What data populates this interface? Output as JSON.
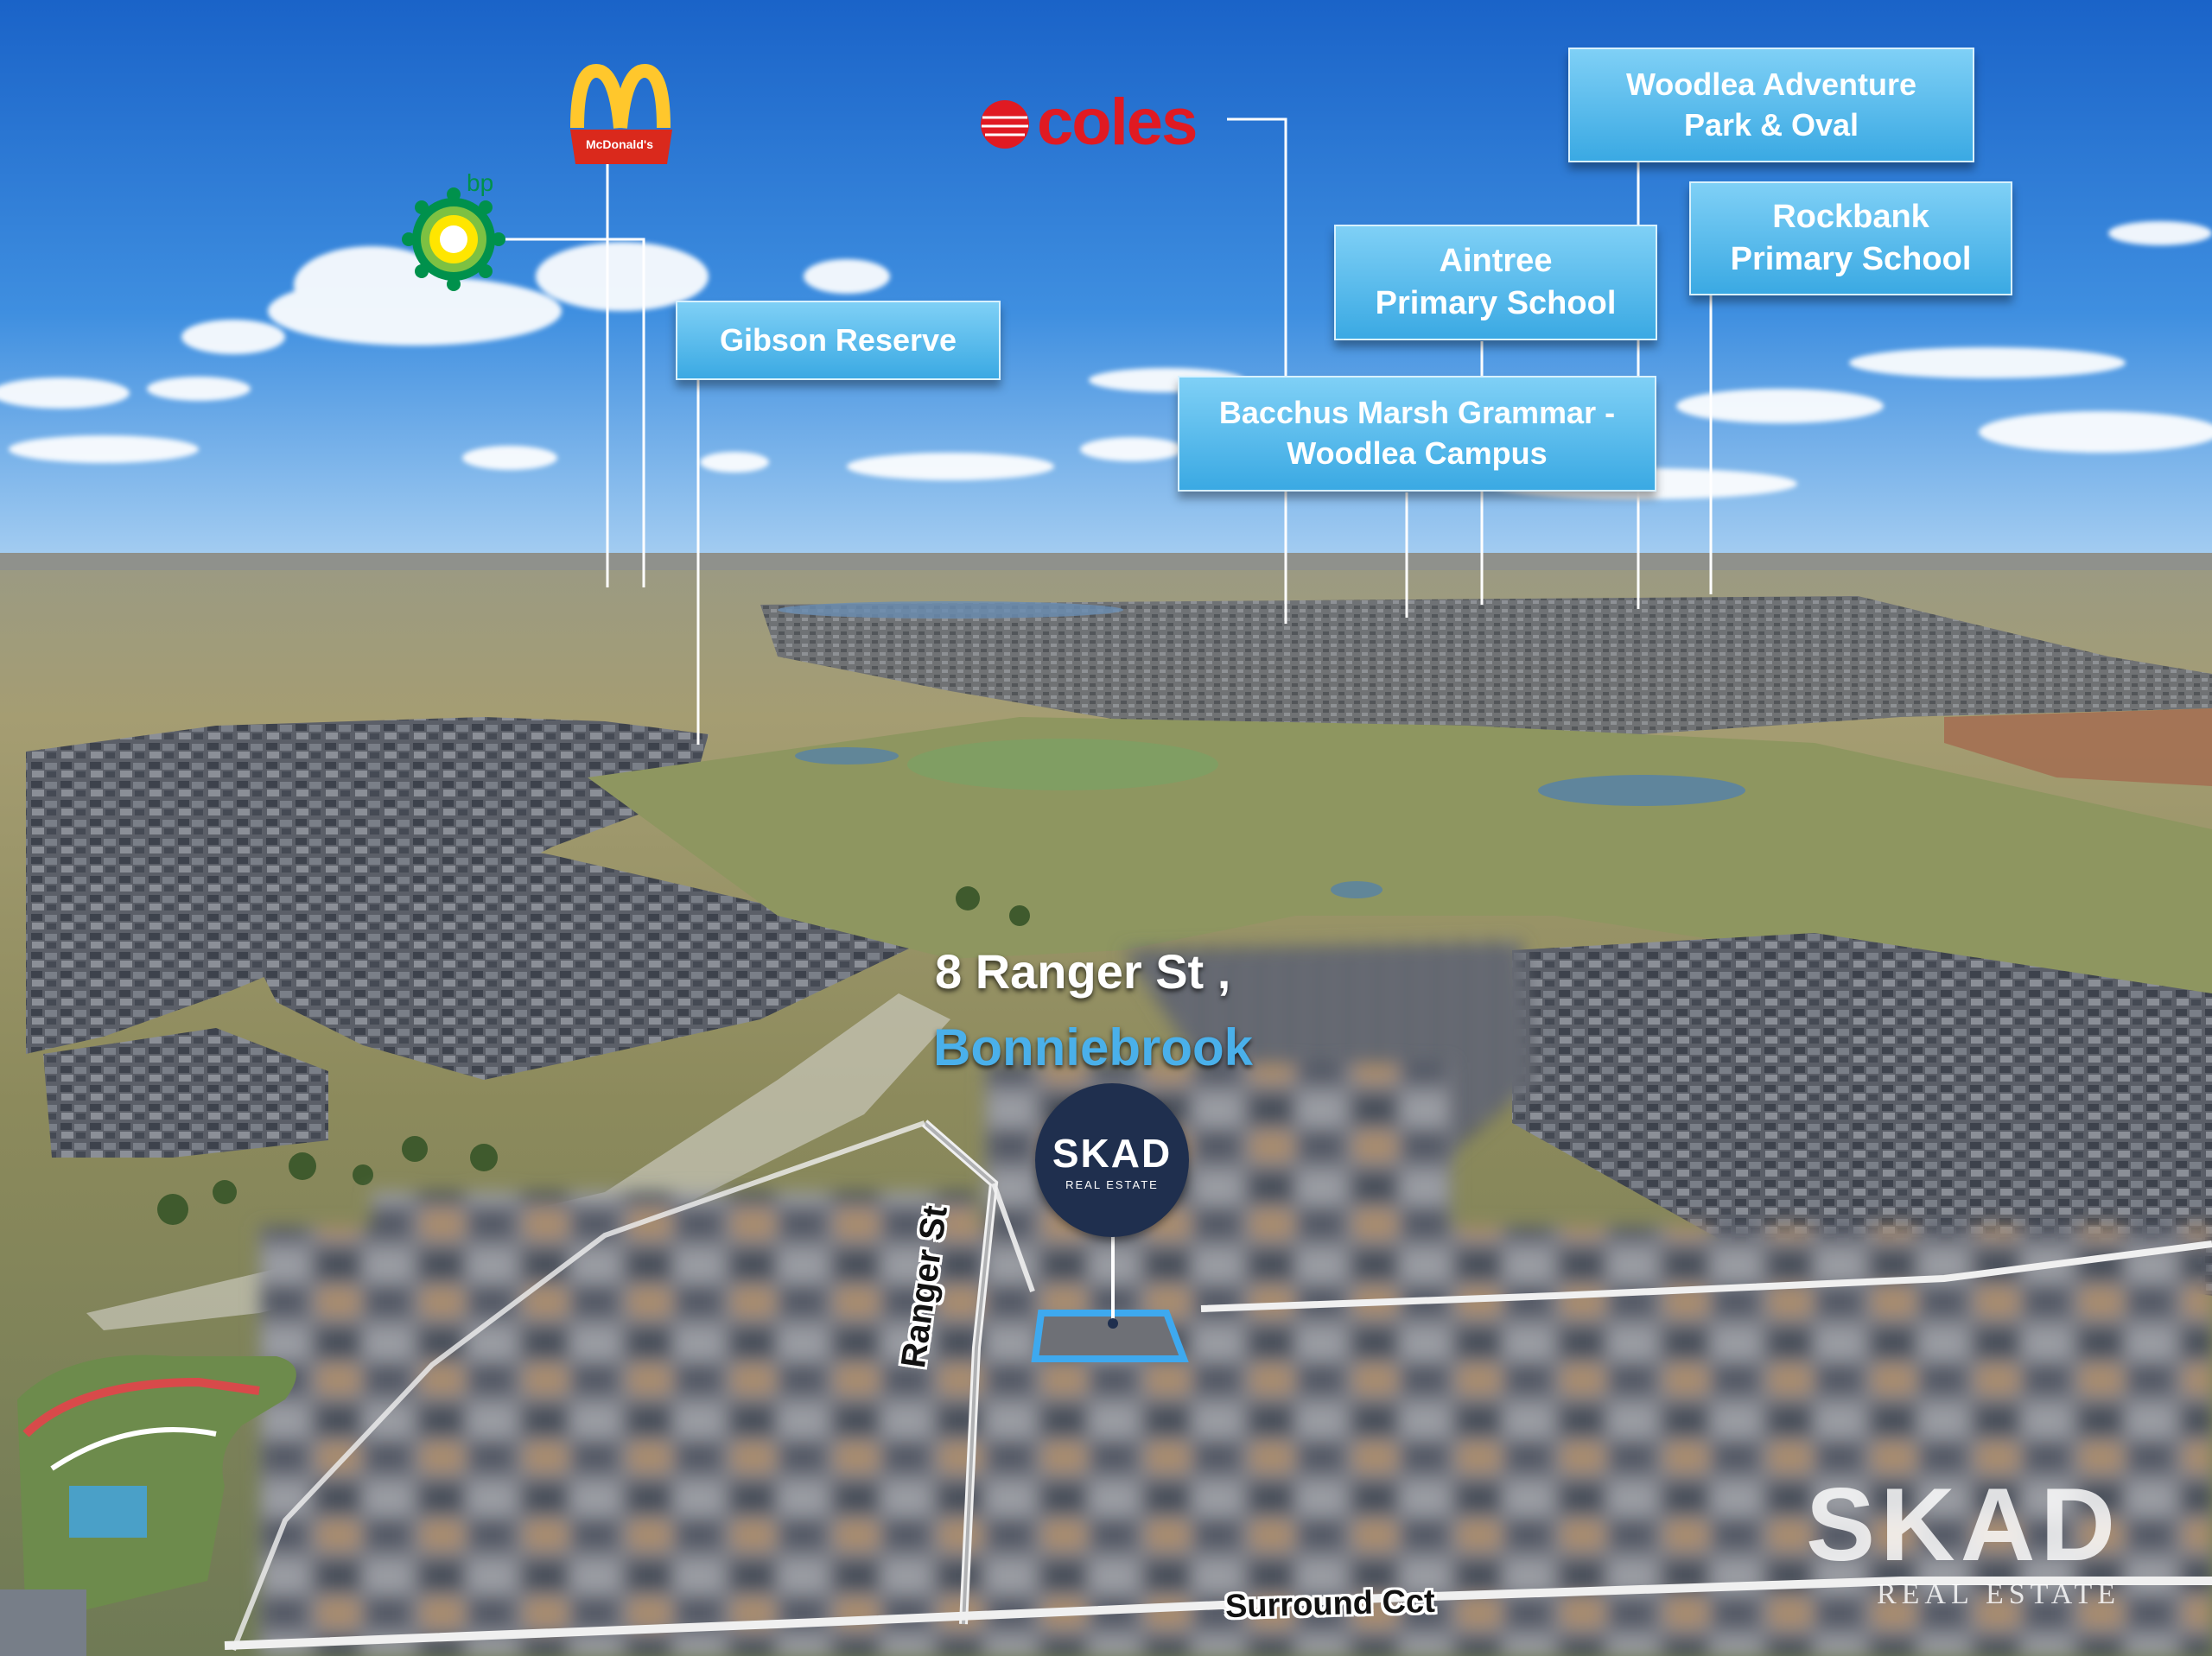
{
  "labels": {
    "gibson": [
      "Gibson Reserve"
    ],
    "woodlea_park": [
      "Woodlea Adventure",
      "Park & Oval"
    ],
    "rockbank": [
      "Rockbank",
      "Primary School"
    ],
    "aintree": [
      "Aintree",
      "Primary School"
    ],
    "bacchus": [
      "Bacchus Marsh Grammar -",
      "Woodlea Campus"
    ]
  },
  "logos": {
    "bp": "bp",
    "mcdonalds": "McDonald's",
    "coles": "coles"
  },
  "address": {
    "line1": "8 Ranger St ,",
    "line2": "Bonniebrook"
  },
  "streets": {
    "ranger": "Ranger St",
    "surround": "Surround Cct"
  },
  "brand": {
    "badge_name": "SKAD",
    "badge_sub": "REAL ESTATE",
    "watermark_name": "SKAD",
    "watermark_sub": "REAL ESTATE"
  },
  "colors": {
    "label_fill": "#4db5e8",
    "address_line1": "#ffffff",
    "address_line2": "#4ab0ea",
    "badge": "#1f2f4e",
    "coles_red": "#e01a22",
    "mcd_red": "#da291c",
    "mcd_yellow": "#ffc72c",
    "bp_green": "#00914c"
  }
}
